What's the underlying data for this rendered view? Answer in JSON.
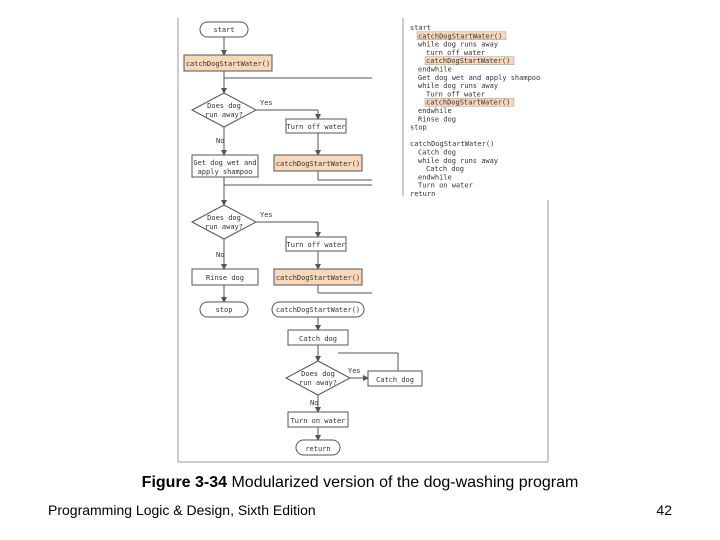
{
  "figure": {
    "flowchart": {
      "start": "start",
      "stop": "stop",
      "return": "return",
      "catch_call_1": "catchDogStartWater()",
      "catch_call_2": "catchDogStartWater()",
      "catch_call_3": "catchDogStartWater()",
      "module_header": "catchDogStartWater()",
      "decision_1": [
        "Does dog",
        "run away?"
      ],
      "decision_2": [
        "Does dog",
        "run away?"
      ],
      "decision_3": [
        "Does dog",
        "run away?"
      ],
      "yes_1": "Yes",
      "no_1": "No",
      "yes_2": "Yes",
      "no_2": "No",
      "yes_3": "Yes",
      "no_3": "No",
      "turn_off_1": "Turn off water",
      "turn_off_2": "Turn off water",
      "wet_shampoo": [
        "Get dog wet and",
        "apply shampoo"
      ],
      "rinse": "Rinse dog",
      "catch_dog_1": "Catch dog",
      "catch_dog_2": "Catch dog",
      "turn_on": "Turn on water"
    },
    "pseudocode": [
      {
        "text": "start",
        "indent": 0,
        "highlight": false
      },
      {
        "text": "catchDogStartWater()",
        "indent": 1,
        "highlight": true
      },
      {
        "text": "while dog runs away",
        "indent": 1,
        "highlight": false
      },
      {
        "text": "turn off water",
        "indent": 2,
        "highlight": false
      },
      {
        "text": "catchDogStartWater()",
        "indent": 2,
        "highlight": true
      },
      {
        "text": "endwhile",
        "indent": 1,
        "highlight": false
      },
      {
        "text": "Get dog wet and apply shampoo",
        "indent": 1,
        "highlight": false
      },
      {
        "text": "while dog runs away",
        "indent": 1,
        "highlight": false
      },
      {
        "text": "Turn off water",
        "indent": 2,
        "highlight": false
      },
      {
        "text": "catchDogStartWater()",
        "indent": 2,
        "highlight": true
      },
      {
        "text": "endwhile",
        "indent": 1,
        "highlight": false
      },
      {
        "text": "Rinse dog",
        "indent": 1,
        "highlight": false
      },
      {
        "text": "stop",
        "indent": 0,
        "highlight": false
      },
      {
        "text": "",
        "indent": 0,
        "highlight": false
      },
      {
        "text": "catchDogStartWater()",
        "indent": 0,
        "highlight": false
      },
      {
        "text": "Catch dog",
        "indent": 1,
        "highlight": false
      },
      {
        "text": "while dog runs away",
        "indent": 1,
        "highlight": false
      },
      {
        "text": "Catch dog",
        "indent": 2,
        "highlight": false
      },
      {
        "text": "endwhile",
        "indent": 1,
        "highlight": false
      },
      {
        "text": "Turn on water",
        "indent": 1,
        "highlight": false
      },
      {
        "text": "return",
        "indent": 0,
        "highlight": false
      }
    ],
    "colors": {
      "highlight": "#f8d8b8",
      "frame": "#999999",
      "stroke": "#555555"
    }
  },
  "caption": {
    "label": "Figure 3-34",
    "text": " Modularized version of the dog-washing program"
  },
  "footer": {
    "book": "Programming Logic & Design, Sixth Edition",
    "page": "42"
  }
}
